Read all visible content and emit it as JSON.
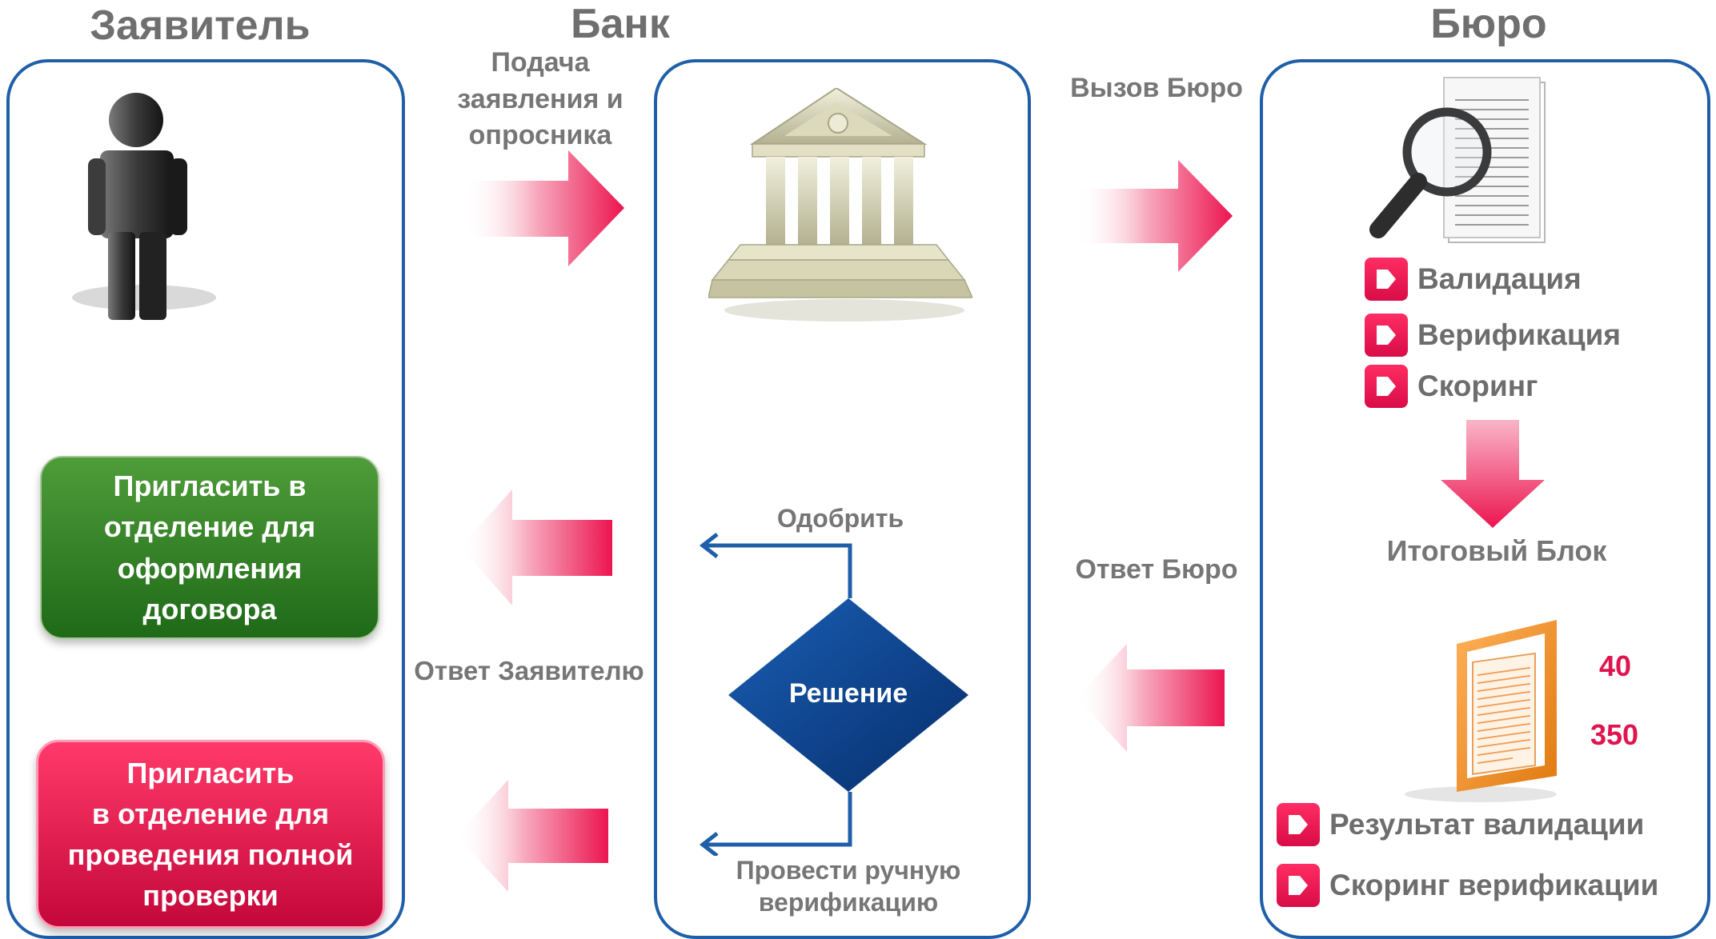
{
  "columns": {
    "applicant": "Заявитель",
    "bank": "Банк",
    "bureau": "Бюро"
  },
  "arrows": {
    "submit_label": "Подача\nзаявления и\nопросника",
    "call_bureau": "Вызов Бюро",
    "bureau_response": "Ответ Бюро",
    "applicant_response": "Ответ Заявителю"
  },
  "applicant": {
    "invite_contract": "Пригласить в\nотделение для\nоформления\nдоговора",
    "invite_check": "Пригласить\nв отделение для\nпроведения полной\nпроверки"
  },
  "bank": {
    "approve": "Одобрить",
    "decision": "Решение",
    "manual": "Провести ручную\nверификацию"
  },
  "bureau": {
    "checks": [
      "Валидация",
      "Верификация",
      "Скоринг"
    ],
    "final_block": "Итоговый Блок",
    "score_1": "40",
    "score_2": "350",
    "results": [
      "Результат валидации",
      "Скоринг верификации"
    ]
  },
  "colors": {
    "panel_border": "#1f5fa8",
    "accent_red": "#e0144f",
    "green": "#2e7d23",
    "decision_blue": "#0d4a96"
  }
}
